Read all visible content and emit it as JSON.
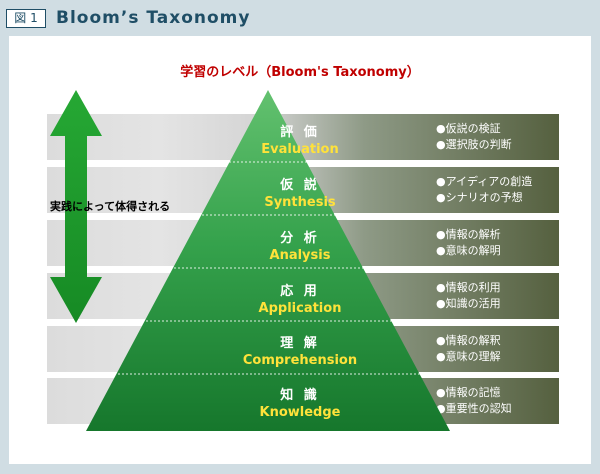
{
  "header": {
    "figure_label": "図 1",
    "title": "Bloom’s Taxonomy"
  },
  "diagram": {
    "title": "学習のレベル（Bloom's Taxonomy）",
    "side_label": "実践によって体得される",
    "levels": [
      {
        "jp": "評 価",
        "en": "Evaluation",
        "notes": [
          "●仮説の検証",
          "●選択肢の判断"
        ]
      },
      {
        "jp": "仮 説",
        "en": "Synthesis",
        "notes": [
          "●アイディアの創造",
          "●シナリオの予想"
        ]
      },
      {
        "jp": "分 析",
        "en": "Analysis",
        "notes": [
          "●情報の解析",
          "●意味の解明"
        ]
      },
      {
        "jp": "応 用",
        "en": "Application",
        "notes": [
          "●情報の利用",
          "●知識の活用"
        ]
      },
      {
        "jp": "理 解",
        "en": "Comprehension",
        "notes": [
          "●情報の解釈",
          "●意味の理解"
        ]
      },
      {
        "jp": "知 識",
        "en": "Knowledge",
        "notes": [
          "●情報の記憶",
          "●重要性の認知"
        ]
      }
    ]
  },
  "colors": {
    "background": "#d0dde3",
    "header_text": "#1f4e66",
    "title_red": "#c00000",
    "pyramid_green": "#2e9a45",
    "english_yellow": "#ffe23a",
    "arrow_green": "#1c9a2e"
  },
  "icons": {
    "arrow": "double-headed-vertical-arrow-icon"
  }
}
